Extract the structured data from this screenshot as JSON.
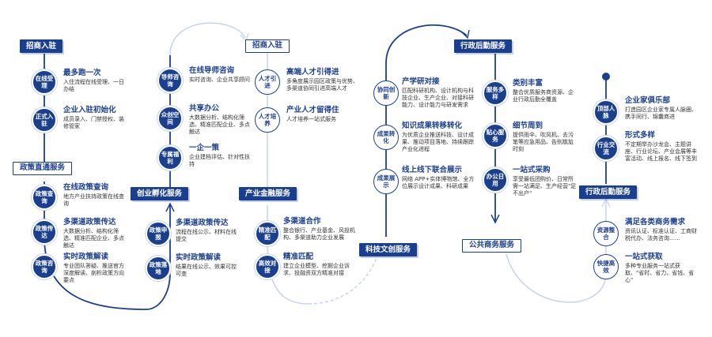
{
  "stages": {
    "zhaoshang1": "招商入驻",
    "zhengce": "政策直通服务",
    "chuangye": "创业孵化服务",
    "zhaoshang2": "招商入驻",
    "jinrong": "产业金融服务",
    "keji": "科技文创服务",
    "xingzheng1": "行政后勤服务",
    "gonggong": "公共商务服务",
    "xingzheng2": "行政后勤服务"
  },
  "nodes": {
    "n1": "在线受理",
    "n2": "正式入驻",
    "n3": "政策查询",
    "n4": "政策传达",
    "n5": "政策咨询",
    "n6": "导师咨询",
    "n7": "众创空间",
    "n8": "专属福利",
    "n9": "政策申报",
    "n10": "政策落地",
    "n11": "人才引进",
    "n12": "人才培养",
    "n13": "精准匹配",
    "n14": "高效对接",
    "n15": "协同创新",
    "n16": "成果转化",
    "n17": "成果展示",
    "n18": "服务多样",
    "n19": "贴心服务",
    "n20": "办公日用",
    "n21": "顶部人脉",
    "n22": "行业交流",
    "n23": "资源整合",
    "n24": "快捷高效"
  },
  "items": {
    "i1": {
      "title": "最多跑一次",
      "desc": "入住流程在线受理、一日办结"
    },
    "i2": {
      "title": "企业入驻初始化",
      "desc": "成员录入、门禁授权、装修管家"
    },
    "i3": {
      "title": "在线政策查询",
      "desc": "地方产业扶持政策在线查询"
    },
    "i4": {
      "title": "多渠道政策传达",
      "desc": "大数据分析、结构化筛选、精准匹配企业、多点触达"
    },
    "i5": {
      "title": "实时政策解读",
      "desc": "专业团队答疑、推送官方深度解读、剖析政策方向要点"
    },
    "i6": {
      "title": "在线导师咨询",
      "desc": "实时咨询、企业共享顾问"
    },
    "i7": {
      "title": "共享办公",
      "desc": "大数据分析、结构化筛选、精准匹配企业、多点触达"
    },
    "i8": {
      "title": "一企一策",
      "desc": "企业建档评估、针对性扶持"
    },
    "i9": {
      "title": "多渠道政策传达",
      "desc": "流程在线公示、材料在线提交"
    },
    "i10": {
      "title": "实时政策解读",
      "desc": "结果在线公示、效果可控可查"
    },
    "i11": {
      "title": "高端人才引得进",
      "desc": "多角度展示园区政策与优势、多渠道协同引进高端人才"
    },
    "i12": {
      "title": "产业人才留得住",
      "desc": "人才培养一站式服务"
    },
    "i13": {
      "title": "多渠道合作",
      "desc": "整合银行、产业基金、风投机构、多渠道助力企业发展"
    },
    "i14": {
      "title": "精准匹配",
      "desc": "建立企业模型、挖掘企业诉求、投融资双方精准对接"
    },
    "i15": {
      "title": "产学研对接",
      "desc": "匹配科研机构、设计机构与科技企业、生产企业、对接科研能力、设计能力与研发需求"
    },
    "i16": {
      "title": "知识成果转移转化",
      "desc": "为优质企业推送科技、设计成果、推动项目落地、持续跟踪产业化进程"
    },
    "i17": {
      "title": "线上线下联合展示",
      "desc": "网络 APP+实体博物馆、全方位展示设计成果、科研成果"
    },
    "i18": {
      "title": "类别丰富",
      "desc": "整合优质服务商资源、企业行政后勤全覆盖"
    },
    "i19": {
      "title": "细节周到",
      "desc": "提供雨伞、吹风机、去污笔等应急用品、告别尴尬时刻"
    },
    "i20": {
      "title": "一站式采购",
      "desc": "享受最低团购价、日常所需一站满足、生产经营\"足不出户\""
    },
    "i21": {
      "title": "企业家俱乐部",
      "desc": "打造园区企业家专属人脉圈、携手同行、锦囊商进"
    },
    "i22": {
      "title": "形式多样",
      "desc": "不定期举办沙龙会、主题讲座、行业论坛、产业会展等丰富活动、线上报名、线下签到"
    },
    "i23": {
      "title": "满足各类商务需求",
      "desc": "资讯认证、标准认证、工商财税代办、法务咨询……"
    },
    "i24": {
      "title": "一站式获取",
      "desc": "多种专业服务一站式获取、\"省时、省力、省钱、省心\""
    }
  },
  "colors": {
    "primary": "#1b3f8f",
    "line": "#1b3f8f",
    "light": "#c7d3ec"
  }
}
